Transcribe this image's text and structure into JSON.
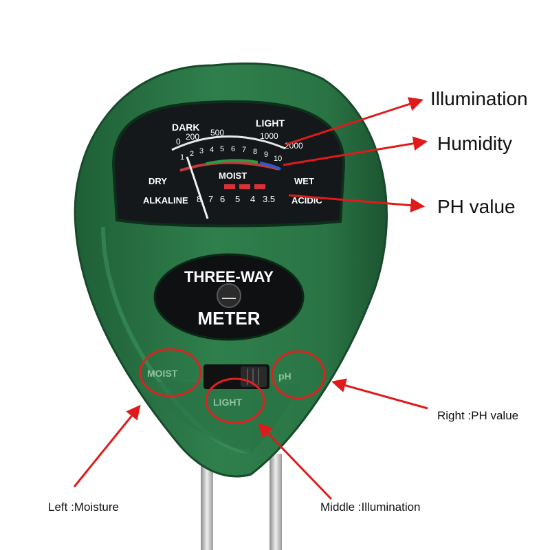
{
  "dial": {
    "dark": "DARK",
    "light": "LIGHT",
    "light_scale": [
      "0",
      "200",
      "500",
      "1000",
      "2000"
    ],
    "moist_scale": [
      "1",
      "2",
      "3",
      "4",
      "5",
      "6",
      "7",
      "8",
      "9",
      "10"
    ],
    "dry": "DRY",
    "moist": "MOIST",
    "wet": "WET",
    "alkaline": "ALKALINE",
    "ph_scale": [
      "8",
      "7",
      "6",
      "5",
      "4",
      "3.5"
    ],
    "acidic": "ACIDIC"
  },
  "badge": {
    "line1": "THREE-WAY",
    "line2": "METER"
  },
  "selector": {
    "moist": "MOIST",
    "light": "LIGHT",
    "ph": "pH"
  },
  "callouts": {
    "illumination": "Illumination",
    "humidity": "Humidity",
    "ph_value": "PH value",
    "right": "Right :PH value",
    "left": "Left :Moisture",
    "middle": "Middle :Illumination"
  },
  "colors": {
    "body_green": "#2f7d4b",
    "arrow_red": "#e01a1a",
    "circle_red": "#e02020"
  }
}
